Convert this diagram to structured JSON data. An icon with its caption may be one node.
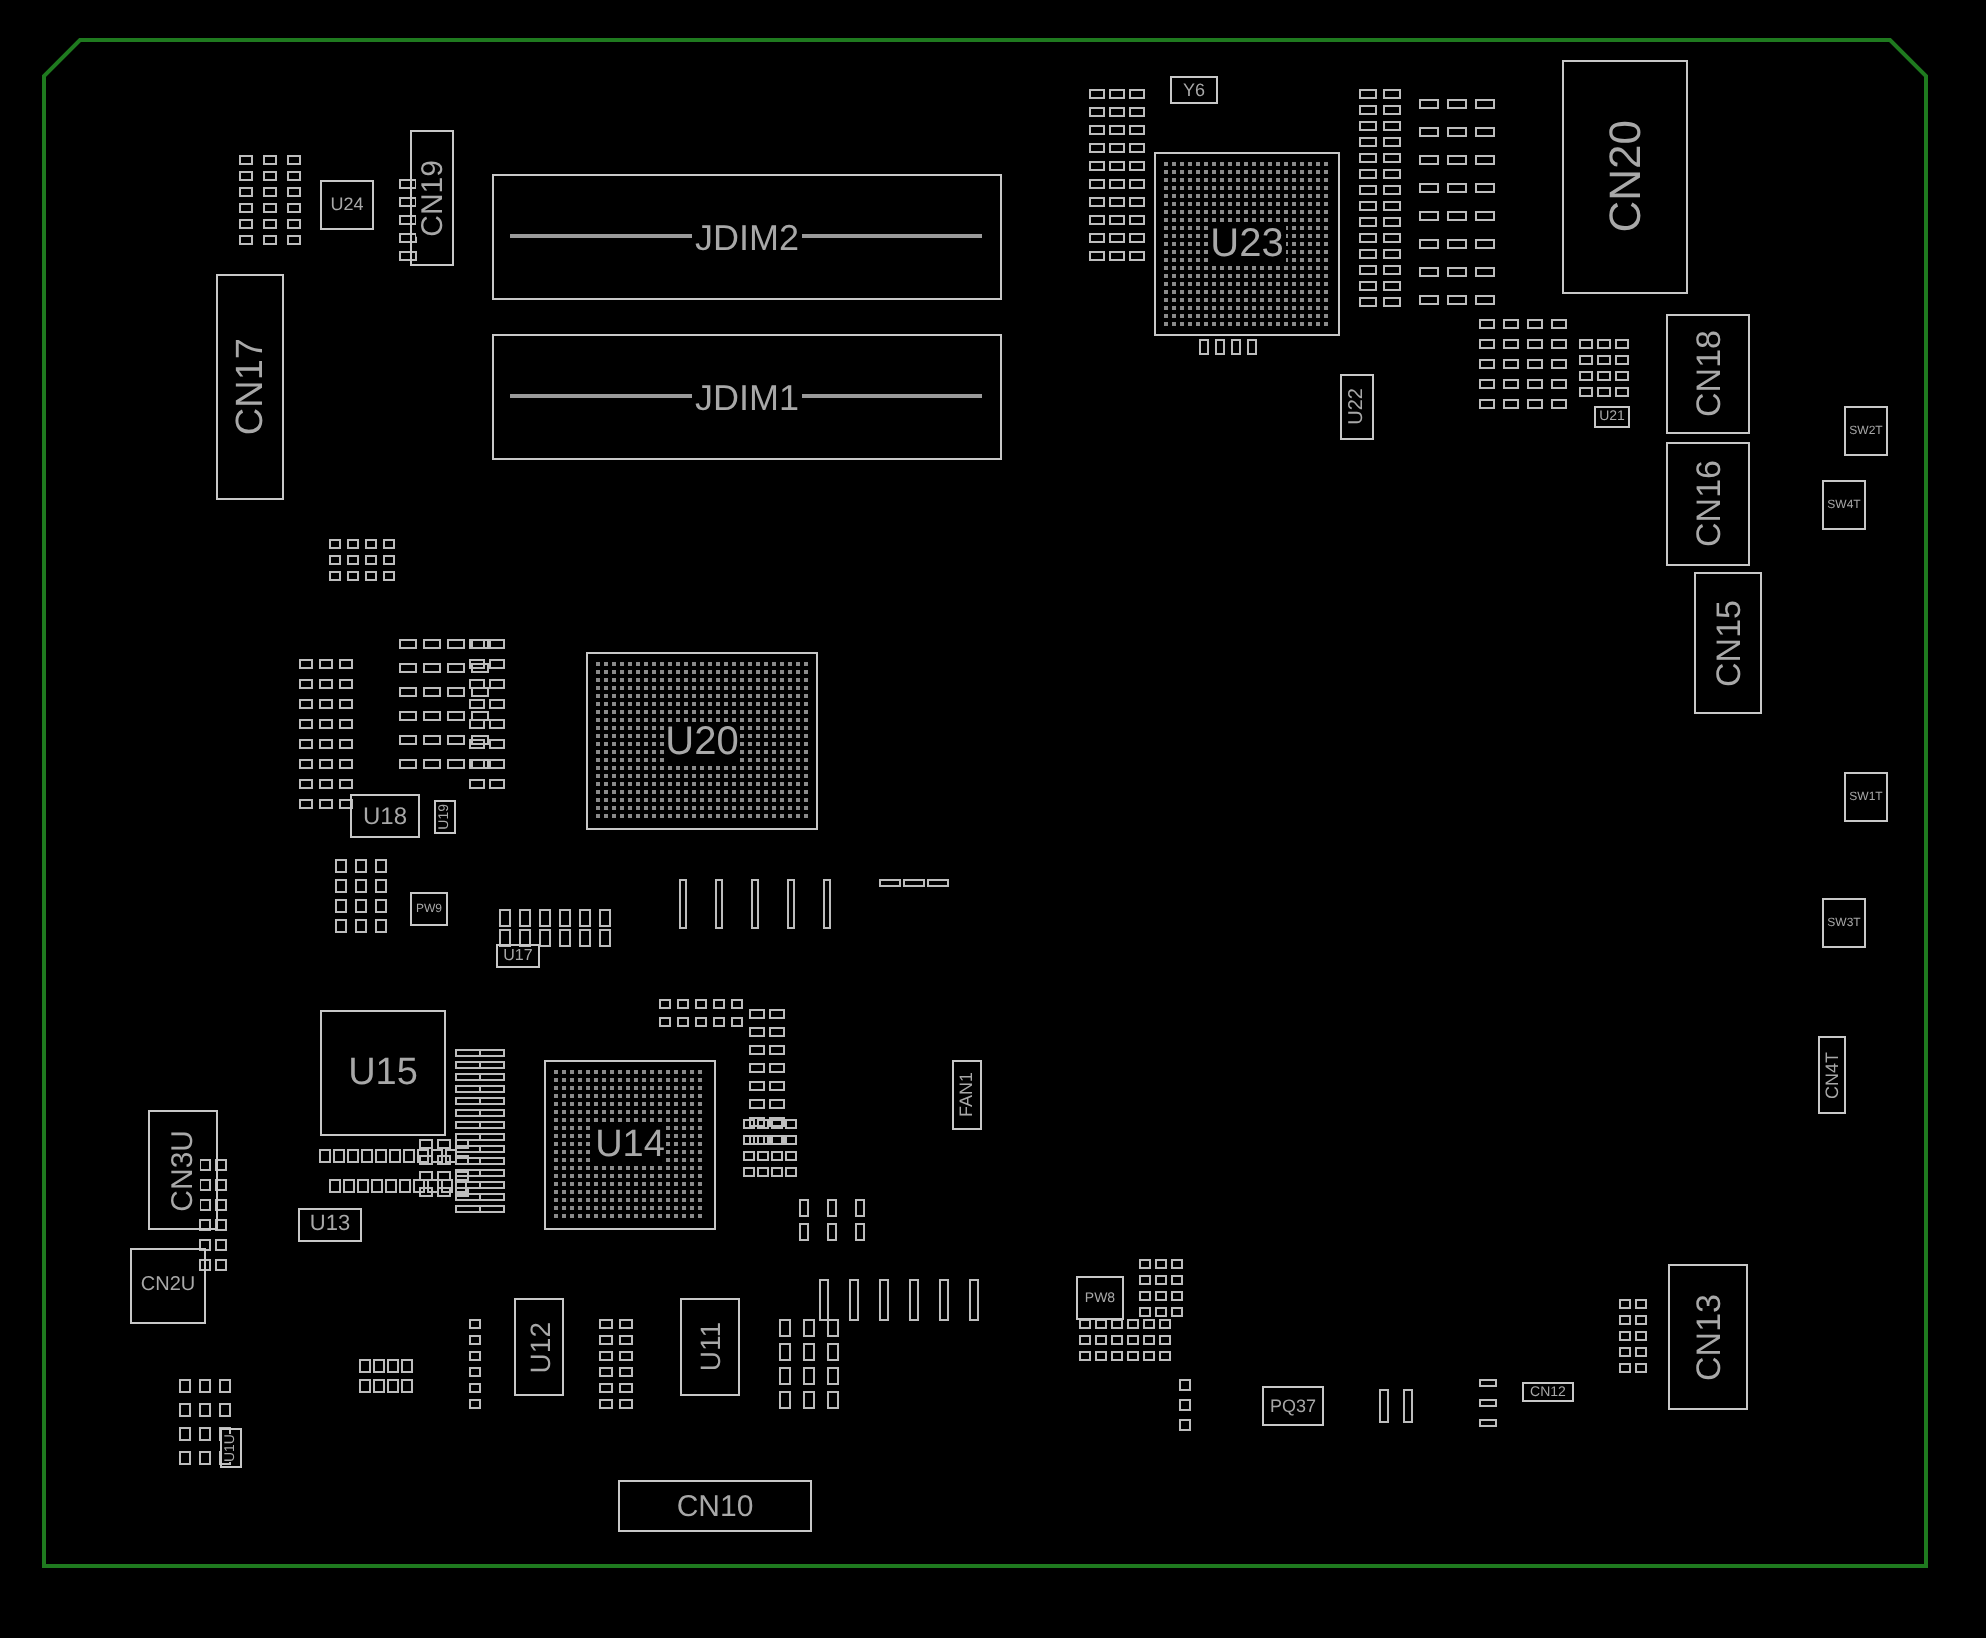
{
  "diagram": {
    "nodes": [
      {
        "text": [
          "CN19"
        ]
      },
      {
        "text": [
          "U24"
        ]
      },
      {
        "text": [
          "CN17"
        ]
      },
      {
        "text": [
          "JDIM2"
        ]
      },
      {
        "text": [
          "JDIM1"
        ]
      },
      {
        "text": [
          "Y6"
        ]
      },
      {
        "text": [
          "U23"
        ]
      },
      {
        "text": [
          "CN20"
        ]
      },
      {
        "text": [
          "U22"
        ]
      },
      {
        "text": [
          "U21"
        ]
      },
      {
        "text": [
          "CN18"
        ]
      },
      {
        "text": [
          "CN16"
        ]
      },
      {
        "text": [
          "CN15"
        ]
      },
      {
        "text": [
          "SW2T"
        ]
      },
      {
        "text": [
          "SW4T"
        ]
      },
      {
        "text": [
          "SW1T"
        ]
      },
      {
        "text": [
          "SW3T"
        ]
      },
      {
        "text": [
          "CN4T"
        ]
      },
      {
        "text": [
          "U20"
        ]
      },
      {
        "text": [
          "U18"
        ]
      },
      {
        "text": [
          "U19"
        ]
      },
      {
        "text": [
          "PW9"
        ]
      },
      {
        "text": [
          "U17"
        ]
      },
      {
        "text": [
          "U15"
        ]
      },
      {
        "text": [
          "U14"
        ]
      },
      {
        "text": [
          "FAN1"
        ]
      },
      {
        "text": [
          "CN3U"
        ]
      },
      {
        "text": [
          "CN2U"
        ]
      },
      {
        "text": [
          "U13"
        ]
      },
      {
        "text": [
          "U12"
        ]
      },
      {
        "text": [
          "U11"
        ]
      },
      {
        "text": [
          "U1U"
        ]
      },
      {
        "text": [
          "CN10"
        ]
      },
      {
        "text": [
          "PW8"
        ]
      },
      {
        "text": [
          "PQ37"
        ]
      },
      {
        "text": [
          "CN12"
        ]
      },
      {
        "text": [
          "CN13"
        ]
      }
    ]
  }
}
